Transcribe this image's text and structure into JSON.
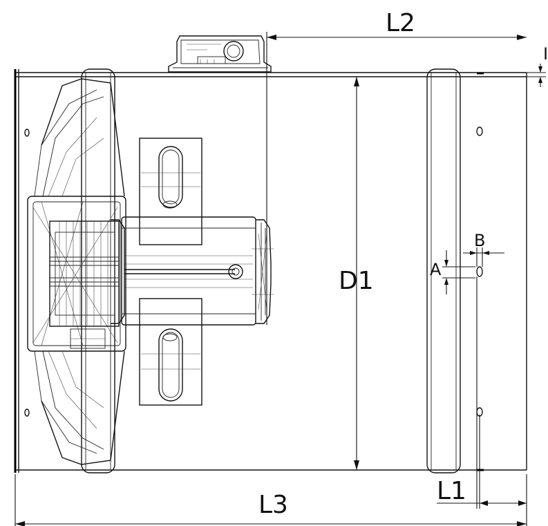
{
  "labels": {
    "L1": "L1",
    "L2": "L2",
    "L3": "L3",
    "D1": "D1",
    "A": "A",
    "B": "B",
    "I": "I"
  }
}
